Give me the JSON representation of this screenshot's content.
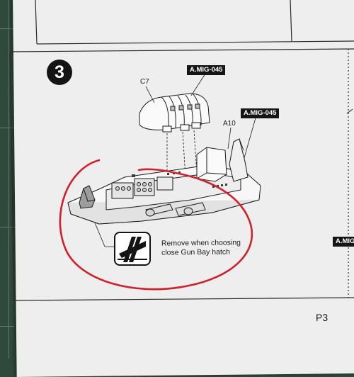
{
  "step": {
    "number": "3"
  },
  "labels": {
    "part_c7": "C7",
    "part_a10": "A10",
    "paint_tag_1": "A.MIG-045",
    "paint_tag_2": "A.MIG-045",
    "paint_tag_3": "A.MIG"
  },
  "instruction": {
    "line1": "Remove when choosing",
    "line2": "close Gun Bay hatch"
  },
  "page": {
    "number": "P3"
  },
  "colors": {
    "mat": "#2f4a3c",
    "paper": "#eeeeef",
    "ink": "#141414",
    "marker_circle": "#d0202c"
  },
  "icons": [
    "cutting-mark-icon"
  ]
}
